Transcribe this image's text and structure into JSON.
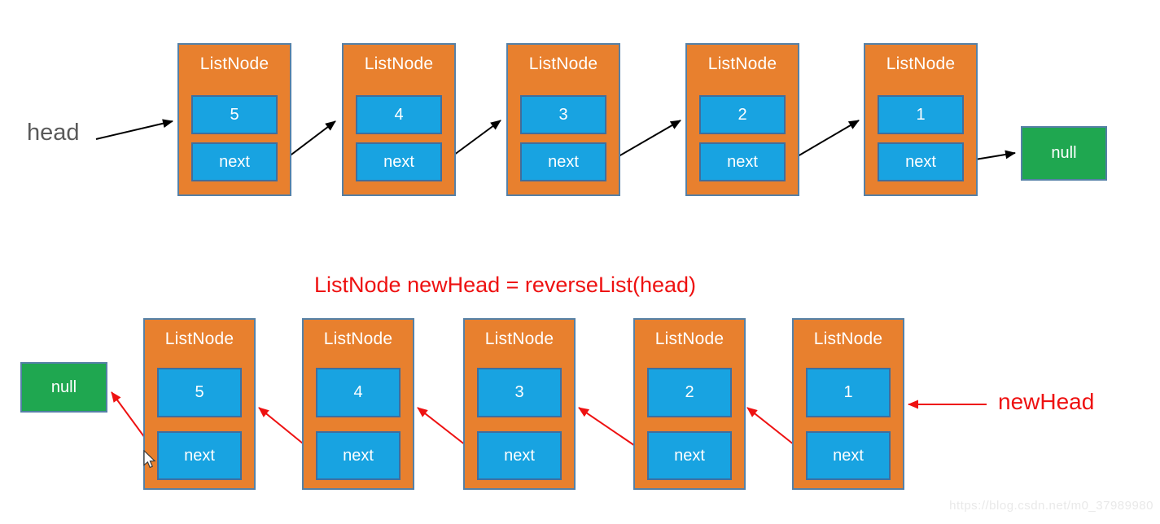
{
  "top_list": {
    "head_label": "head",
    "null_label": "null",
    "nodes": [
      {
        "title": "ListNode",
        "value": "5",
        "pointer": "next"
      },
      {
        "title": "ListNode",
        "value": "4",
        "pointer": "next"
      },
      {
        "title": "ListNode",
        "value": "3",
        "pointer": "next"
      },
      {
        "title": "ListNode",
        "value": "2",
        "pointer": "next"
      },
      {
        "title": "ListNode",
        "value": "1",
        "pointer": "next"
      }
    ]
  },
  "bottom_list": {
    "expression": "ListNode newHead = reverseList(head)",
    "null_label": "null",
    "newhead_label": "newHead",
    "nodes": [
      {
        "title": "ListNode",
        "value": "5",
        "pointer": "next"
      },
      {
        "title": "ListNode",
        "value": "4",
        "pointer": "next"
      },
      {
        "title": "ListNode",
        "value": "3",
        "pointer": "next"
      },
      {
        "title": "ListNode",
        "value": "2",
        "pointer": "next"
      },
      {
        "title": "ListNode",
        "value": "1",
        "pointer": "next"
      }
    ]
  },
  "watermark": "https://blog.csdn.net/m0_37989980",
  "colors": {
    "node_fill": "#E8802E",
    "node_border": "#5580A6",
    "field_fill": "#18A3E1",
    "field_border": "#3F6E9E",
    "null_fill": "#1FA750",
    "black_arrow": "#000000",
    "red_accent": "#EE1111",
    "head_label_gray": "#595959",
    "watermark_gray": "#E9E9E9",
    "background": "#FFFFFF"
  }
}
